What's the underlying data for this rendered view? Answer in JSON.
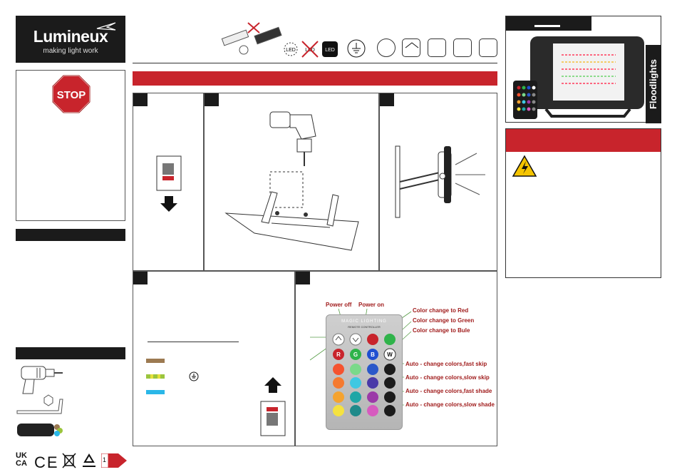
{
  "brand": {
    "name": "Lumineux",
    "tagline": "making light work"
  },
  "stop_sign": {
    "text": "STOP"
  },
  "vertical_title": "Floodlights",
  "top_icons": {
    "led_yes_label": "LED",
    "led_no_label": "LED",
    "led_dark_label": "LED"
  },
  "remote": {
    "brand_text": "MAGIC LIGHTING",
    "sub_text": "REMOTE CONTROLLER",
    "buttons_row2": [
      "R",
      "G",
      "B",
      "W"
    ],
    "top_callouts": [
      "Power off",
      "Power on"
    ],
    "right_callouts": [
      "Color change to Red",
      "Color change to Green",
      "Color change to Bule",
      "Auto - change colors,fast skip",
      "Auto - change colors,slow skip",
      "Auto - change colors,fast shade",
      "Auto - change colors,slow shade"
    ]
  },
  "colors": {
    "accent_red": "#c8242c",
    "dark": "#1b1b1b",
    "wire_brown": "#9c7a52",
    "wire_earth": "#9bc53d",
    "wire_blue": "#2ab7e8"
  },
  "footer_marks": {
    "ukca_top": "UK",
    "ukca_bottom": "CA",
    "ce": "CE",
    "page_num": "1"
  }
}
